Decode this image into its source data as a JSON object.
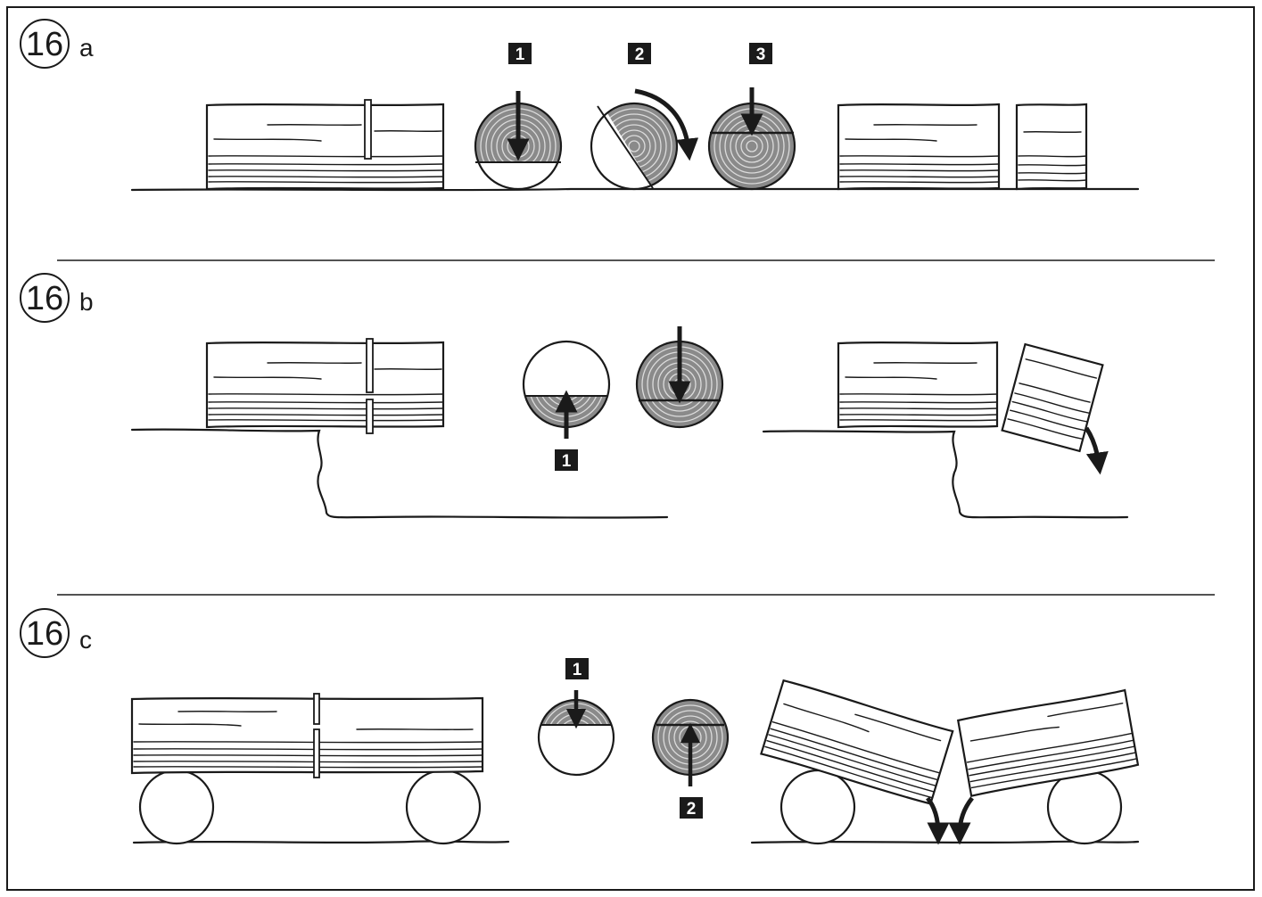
{
  "panels": [
    {
      "number": "16",
      "letter": "a"
    },
    {
      "number": "16",
      "letter": "b"
    },
    {
      "number": "16",
      "letter": "c"
    }
  ],
  "badges": {
    "a_step1": "1",
    "a_step2": "2",
    "a_step3": "3",
    "b_step1": "1",
    "c_step1": "1",
    "c_step2": "2"
  },
  "colors": {
    "ink": "#1a1a1a",
    "badge_fill": "#1a1a1a",
    "paper": "#ffffff"
  }
}
